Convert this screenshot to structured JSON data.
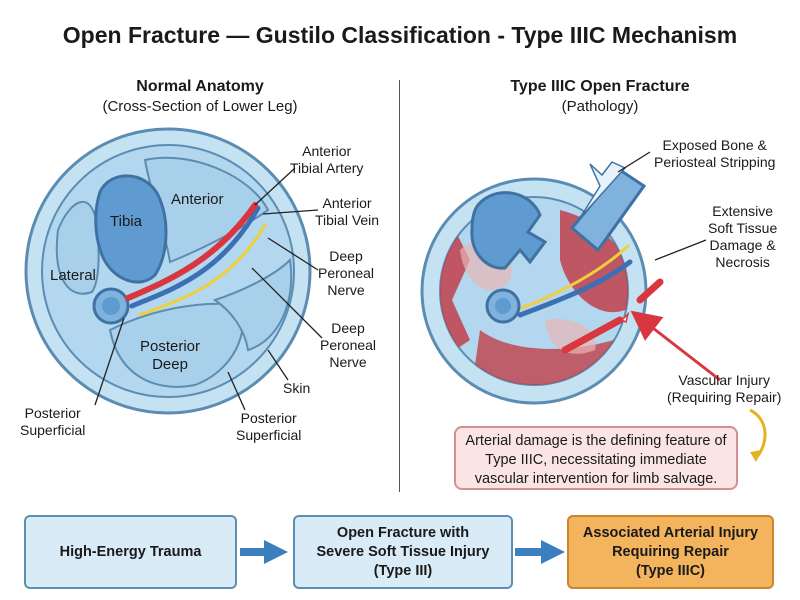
{
  "title": "Open Fracture — Gustilo Classification - Type IIIC Mechanism",
  "left_panel": {
    "title": "Normal Anatomy",
    "subtitle": "(Cross-Section of Lower Leg)",
    "compartments": {
      "tibia": "Tibia",
      "anterior": "Anterior",
      "lateral": "Lateral",
      "posterior_deep": [
        "Posterior",
        "Deep"
      ]
    },
    "labels": {
      "anterior_tibial_artery": [
        "Anterior",
        "Tibial Artery"
      ],
      "anterior_tibial_vein": [
        "Anterior",
        "Tibial Vein"
      ],
      "deep_peroneal_nerve_1": [
        "Deep",
        "Peroneal",
        "Nerve"
      ],
      "deep_peroneal_nerve_2": [
        "Deep",
        "Peroneal",
        "Nerve"
      ],
      "skin": "Skin",
      "posterior_superficial_left": [
        "Posterior",
        "Superficial"
      ],
      "posterior_superficial_right": [
        "Posterior",
        "Superficial"
      ]
    }
  },
  "right_panel": {
    "title": "Type IIIC Open Fracture",
    "subtitle": "(Pathology)",
    "labels": {
      "exposed_bone": [
        "Exposed Bone &",
        "Periosteal Stripping"
      ],
      "soft_tissue": [
        "Extensive",
        "Soft Tissue",
        "Damage &",
        "Necrosis"
      ],
      "vascular_injury": [
        "Vascular Injury",
        "(Requiring Repair)"
      ]
    },
    "note": "Arterial damage is the defining feature of Type IIIC, necessitating immediate vascular intervention for limb salvage."
  },
  "flow": [
    {
      "label": [
        "High-Energy Trauma"
      ]
    },
    {
      "label": [
        "Open Fracture with",
        "Severe Soft Tissue Injury",
        "(Type III)"
      ]
    },
    {
      "label": [
        "Associated Arterial Injury",
        "Requiring Repair",
        "(Type IIIC)"
      ]
    }
  ],
  "colors": {
    "skin_ring": "#c5e2f3",
    "skin_outline": "#5b8db3",
    "compartment": "#a9d0ea",
    "bone": "#5f9bd0",
    "artery": "#d9373f",
    "vein": "#3d6fb5",
    "nerve": "#f0cf3a",
    "damage": "#c0404a",
    "note_bg": "#fbe4e4",
    "flow_box": "#d8ebf7",
    "flow_final": "#f4b45e",
    "arrow": "#3c7fbf"
  }
}
